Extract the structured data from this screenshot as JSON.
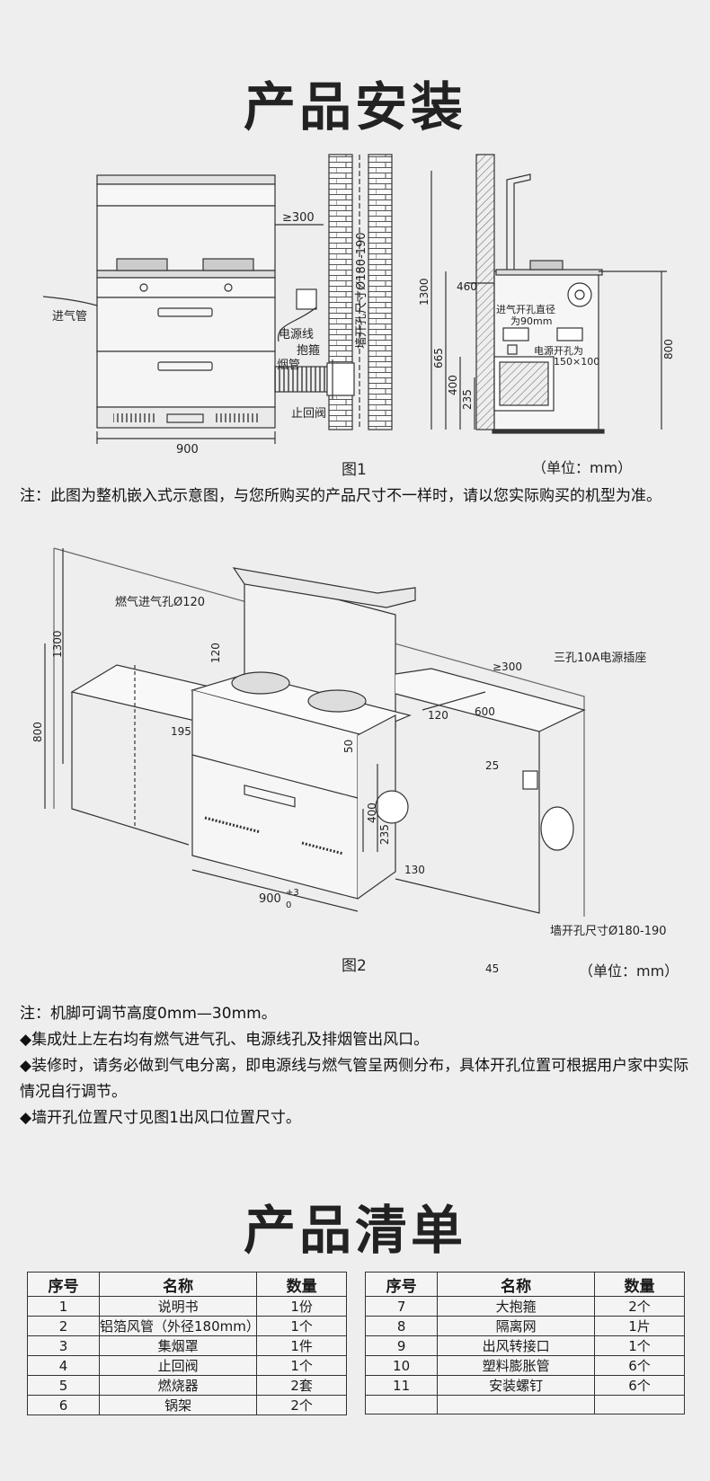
{
  "titles": {
    "install": "产品安装",
    "list": "产品清单"
  },
  "fig1": {
    "caption": "图1",
    "unit": "（单位：mm）",
    "left": {
      "dim_wall_gap": "≥300",
      "dim_width": "900",
      "wall_hole": "墙开孔尺寸Ø180-190",
      "label_gas_pipe": "进气管",
      "label_power_cord": "电源线",
      "label_clamp": "抱箍",
      "label_smoke_pipe": "烟管",
      "label_check_valve": "止回阀"
    },
    "right": {
      "dim_height_total": "1300",
      "dim_460": "460",
      "dim_665": "665",
      "dim_400": "400",
      "dim_235": "235",
      "dim_800": "800",
      "gas_hole_line1": "进气开孔直径",
      "gas_hole_line2": "为90mm",
      "power_hole_line1": "电源开孔为",
      "power_hole_line2": "150×100"
    }
  },
  "note1": "注：此图为整机嵌入式示意图，与您所购买的产品尺寸不一样时，请以您实际购买的机型为准。",
  "fig2": {
    "caption": "图2",
    "unit": "（单位：mm）",
    "dim_1300": "1300",
    "dim_800": "800",
    "dim_120_top": "120",
    "gas_inlet": "燃气进气孔Ø120",
    "dim_195": "195",
    "dim_50": "50",
    "dim_900": "900",
    "tol_plus": "+3",
    "tol_zero": "0",
    "dim_400": "400",
    "dim_235": "235",
    "dim_130": "130",
    "dim_120_side": "120",
    "dim_600": "600",
    "dim_300": "≥300",
    "dim_25": "25",
    "socket": "三孔10A电源插座",
    "wall_hole": "墙开孔尺寸Ø180-190",
    "dim_45": "45"
  },
  "notes2": [
    "注：机脚可调节高度0mm—30mm。",
    "◆集成灶上左右均有燃气进气孔、电源线孔及排烟管出风口。",
    "◆装修时，请务必做到气电分离，即电源线与燃气管呈两侧分布，具体开孔位置可根据用户家中实际情况自行调节。",
    "◆墙开孔位置尺寸见图1出风口位置尺寸。"
  ],
  "table": {
    "headers": [
      "序号",
      "名称",
      "数量"
    ],
    "left": [
      [
        "1",
        "说明书",
        "1份"
      ],
      [
        "2",
        "铝箔风管（外径180mm）",
        "1个"
      ],
      [
        "3",
        "集烟罩",
        "1件"
      ],
      [
        "4",
        "止回阀",
        "1个"
      ],
      [
        "5",
        "燃烧器",
        "2套"
      ],
      [
        "6",
        "锅架",
        "2个"
      ]
    ],
    "right": [
      [
        "7",
        "大抱箍",
        "2个"
      ],
      [
        "8",
        "隔离网",
        "1片"
      ],
      [
        "9",
        "出风转接口",
        "1个"
      ],
      [
        "10",
        "塑料膨胀管",
        "6个"
      ],
      [
        "11",
        "安装螺钉",
        "6个"
      ],
      [
        "",
        "",
        ""
      ]
    ]
  }
}
